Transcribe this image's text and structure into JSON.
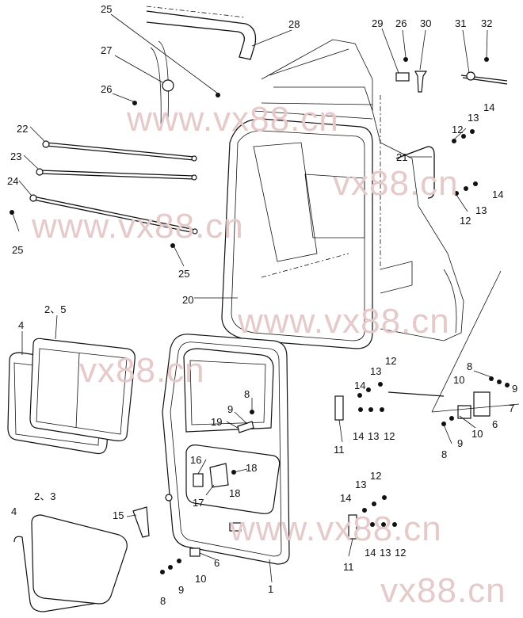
{
  "watermark": "www.vx88.cn",
  "watermark_short": "vx88.cn",
  "callouts": {
    "c25a": "25",
    "c28": "28",
    "c27": "27",
    "c26a": "26",
    "c29": "29",
    "c26b": "26",
    "c30": "30",
    "c31": "31",
    "c32": "32",
    "c22": "22",
    "c23": "23",
    "c24": "24",
    "c25b": "25",
    "c25c": "25",
    "c21": "21",
    "c12a": "12",
    "c13a": "13",
    "c14a": "14",
    "c14b": "14",
    "c13b": "13",
    "c12b": "12",
    "c20": "20",
    "c2_5": "2、5",
    "c4a": "4",
    "c12c": "12",
    "c13c": "13",
    "c14c": "14",
    "c8a": "8",
    "c9a": "9",
    "c19": "19",
    "c11a": "11",
    "c14d": "14",
    "c13d": "13",
    "c12d": "12",
    "c8b": "8",
    "c9b": "9",
    "c10a": "10",
    "c7": "7",
    "c6a": "6",
    "c10b": "10",
    "c9c": "9",
    "c8c": "8",
    "c16": "16",
    "c18a": "18",
    "c17": "17",
    "c18b": "18",
    "c15": "15",
    "c12e": "12",
    "c13e": "13",
    "c14e": "14",
    "c11b": "11",
    "c14f": "14",
    "c13f": "13",
    "c12f": "12",
    "c2_3": "2、3",
    "c4b": "4",
    "c6b": "6",
    "c10c": "10",
    "c9d": "9",
    "c8d": "8",
    "c1": "1"
  }
}
